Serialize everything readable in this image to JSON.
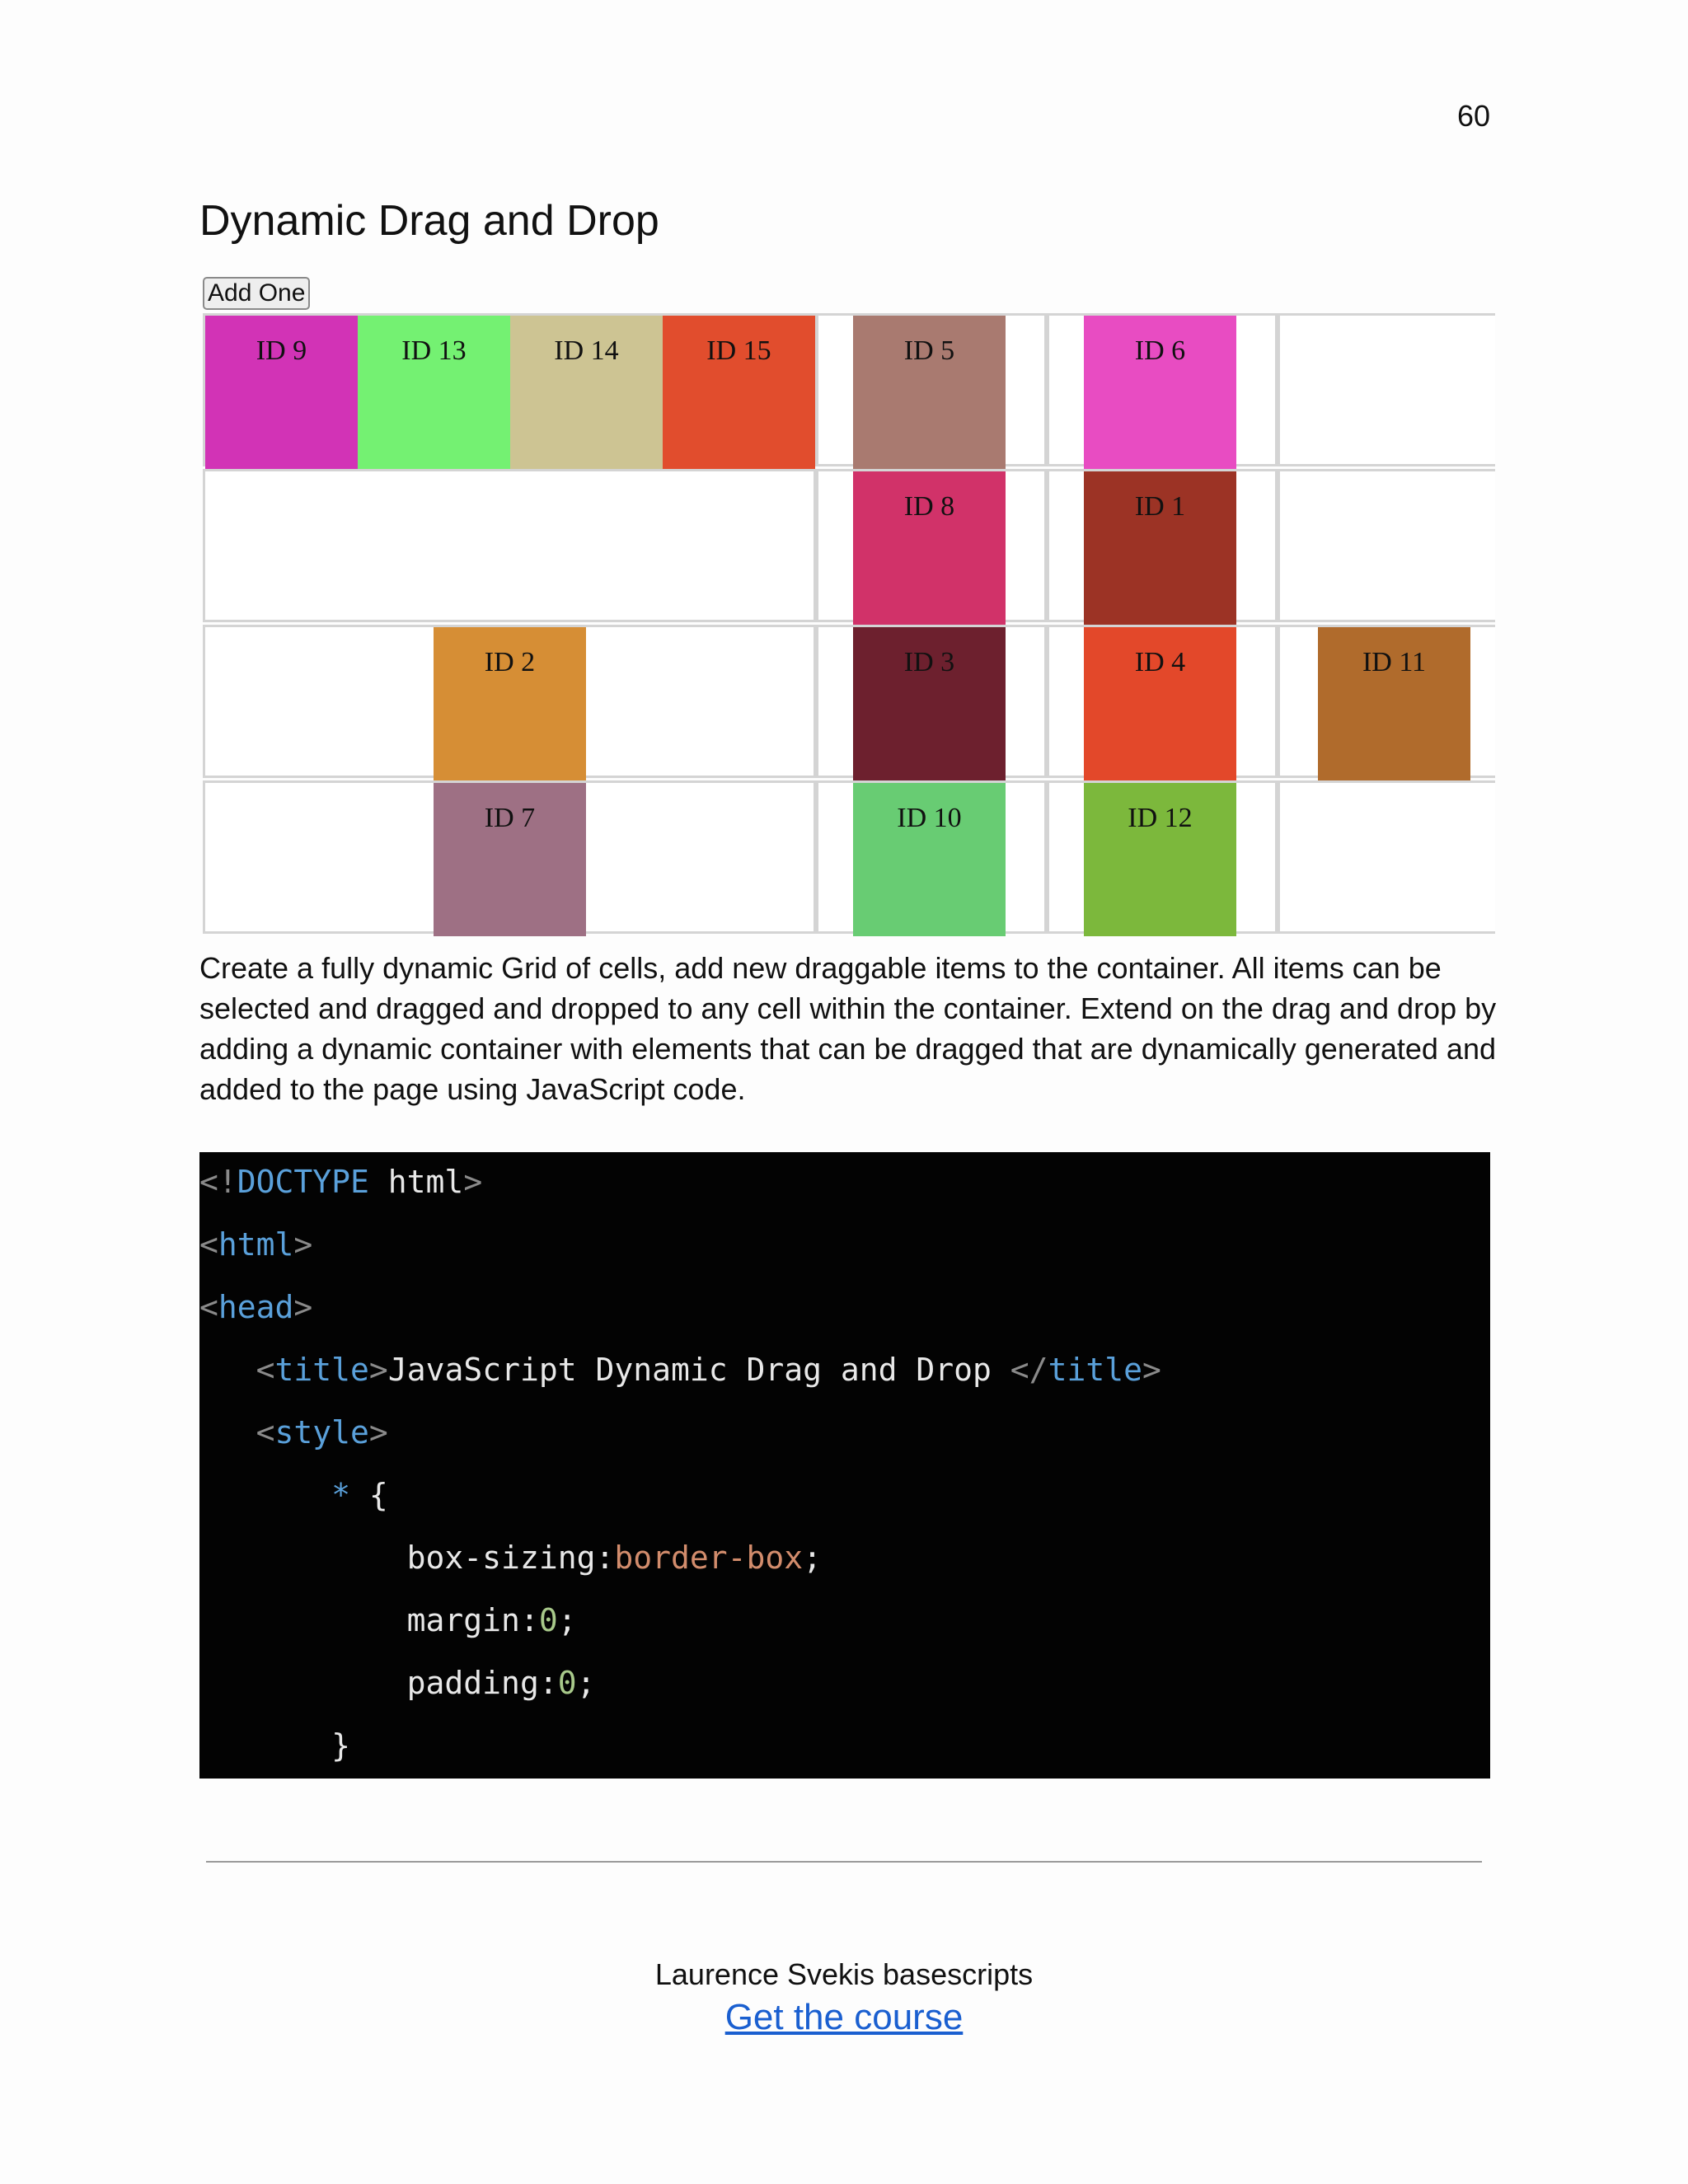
{
  "page_number": "60",
  "heading": "Dynamic Drag and Drop",
  "demo": {
    "add_button": "Add One",
    "items": {
      "id9": {
        "label": "ID 9",
        "color": "#d233b6"
      },
      "id13": {
        "label": "ID 13",
        "color": "#74f172"
      },
      "id14": {
        "label": "ID 14",
        "color": "#cdc493"
      },
      "id15": {
        "label": "ID 15",
        "color": "#e14d2d"
      },
      "id5": {
        "label": "ID 5",
        "color": "#a97a70"
      },
      "id6": {
        "label": "ID 6",
        "color": "#e84cc2"
      },
      "id8": {
        "label": "ID 8",
        "color": "#d13269"
      },
      "id1": {
        "label": "ID 1",
        "color": "#9c3325"
      },
      "id2": {
        "label": "ID 2",
        "color": "#d68e35"
      },
      "id3": {
        "label": "ID 3",
        "color": "#6d202e"
      },
      "id4": {
        "label": "ID 4",
        "color": "#e3482a"
      },
      "id11": {
        "label": "ID 11",
        "color": "#b06b2c"
      },
      "id7": {
        "label": "ID 7",
        "color": "#9e7084"
      },
      "id10": {
        "label": "ID 10",
        "color": "#68cc73"
      },
      "id12": {
        "label": "ID 12",
        "color": "#7cb83c"
      }
    }
  },
  "description": "Create a fully dynamic Grid of cells, add new draggable items to the container.   All items can be selected and dragged and dropped to any cell within the container.  Extend on the drag and drop by adding a dynamic container with elements that can be dragged that are dynamically generated and added to the page using JavaScript code.",
  "code": {
    "l1": {
      "open": "<!",
      "kw": "DOCTYPE",
      "rest": " html",
      "close": ">"
    },
    "l2": {
      "open": "<",
      "tag": "html",
      "close": ">"
    },
    "l3": {
      "open": "<",
      "tag": "head",
      "close": ">"
    },
    "l4": {
      "indent": "   ",
      "open": "<",
      "tag": "title",
      "close": ">",
      "text": "JavaScript Dynamic Drag and Drop ",
      "open2": "</",
      "tag2": "title",
      "close2": ">"
    },
    "l5": {
      "indent": "   ",
      "open": "<",
      "tag": "style",
      "close": ">"
    },
    "l6": {
      "indent": "       ",
      "sel": "*",
      "text": " {"
    },
    "l7": {
      "indent": "           ",
      "prop": "box-sizing:",
      "val": "border-box",
      "end": ";"
    },
    "l8": {
      "indent": "           ",
      "prop": "margin:",
      "val": "0",
      "end": ";"
    },
    "l9": {
      "indent": "           ",
      "prop": "padding:",
      "val": "0",
      "end": ";"
    },
    "l10": {
      "indent": "       ",
      "text": "}"
    }
  },
  "footer": {
    "author": "Laurence Svekis basescripts",
    "link": "Get the course"
  }
}
